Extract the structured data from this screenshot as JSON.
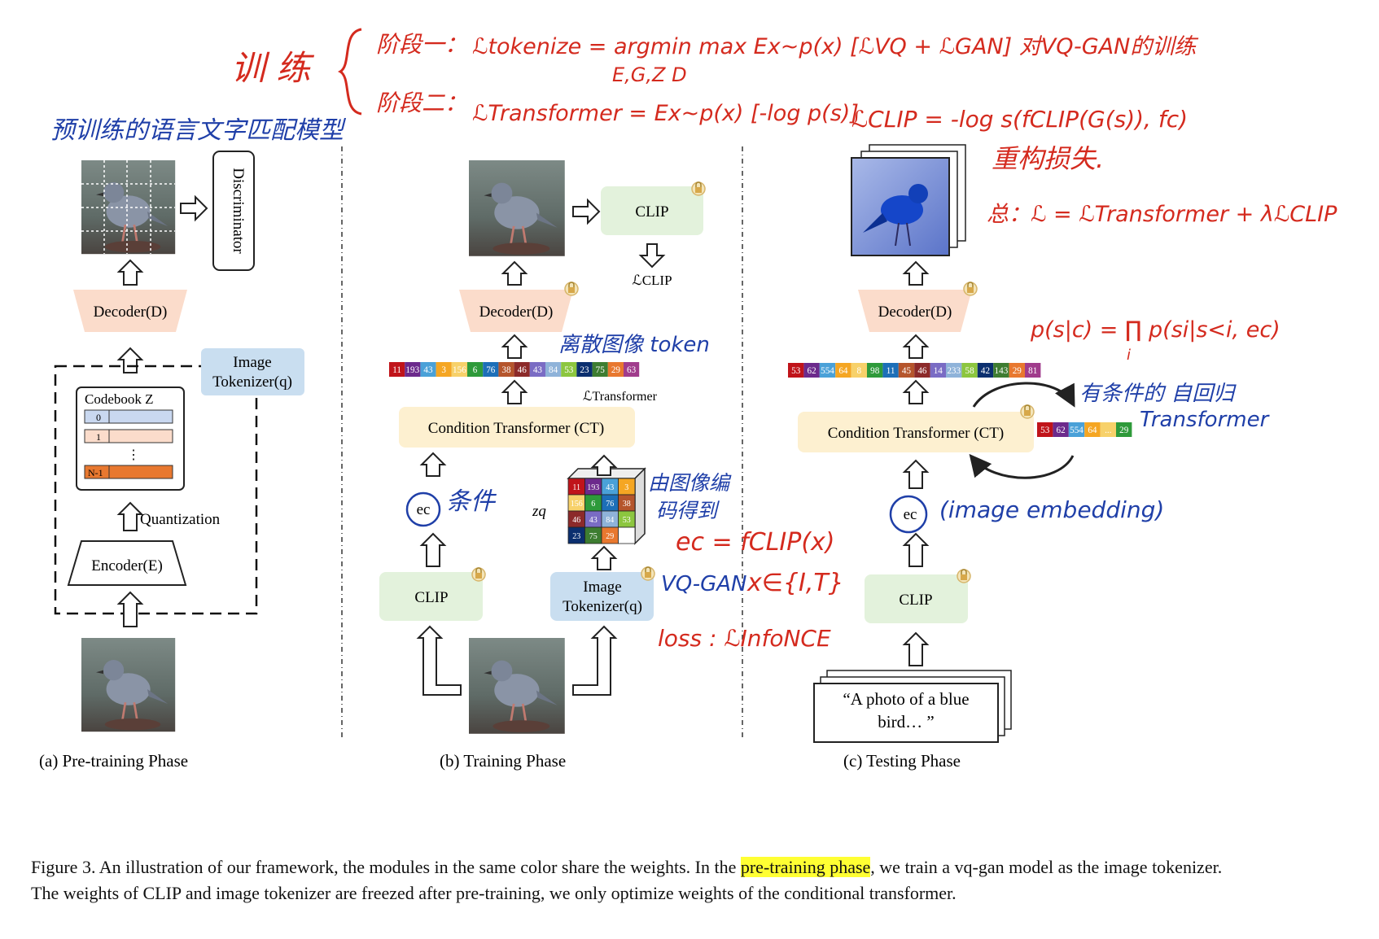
{
  "colors": {
    "red_ink": "#d42a1e",
    "blue_ink": "#1f3fa8",
    "decoder_fill": "#fbdccb",
    "clip_fill": "#e3f2dc",
    "tokenizer_fill": "#c9def0",
    "ct_fill": "#fdf0d0",
    "highlight": "#ffff33"
  },
  "panel_a": {
    "discriminator": "Discriminator",
    "decoder": "Decoder(D)",
    "tokenizer_line1": "Image",
    "tokenizer_line2": "Tokenizer(q)",
    "codebook_title": "Codebook Z",
    "codebook_rows": [
      "0",
      "1",
      "N-1"
    ],
    "codebook_dots": "⋮",
    "quantization": "Quantization",
    "encoder": "Encoder(E)",
    "caption": "(a) Pre-training Phase"
  },
  "panel_b": {
    "clip_top": "CLIP",
    "loss_clip": "ℒCLIP",
    "decoder": "Decoder(D)",
    "tokens": [
      "11",
      "193",
      "43",
      "3",
      "156",
      "6",
      "76",
      "38",
      "46",
      "43",
      "84",
      "53",
      "23",
      "75",
      "29",
      "63"
    ],
    "loss_transformer": "ℒTransformer",
    "ct": "Condition Transformer (CT)",
    "ec": "ec",
    "zq": "zq",
    "grid_cells": [
      "11",
      "193",
      "43",
      "3",
      "156",
      "6",
      "76",
      "38",
      "46",
      "43",
      "84",
      "53",
      "23",
      "75",
      "29",
      ""
    ],
    "clip_bottom": "CLIP",
    "tokenizer_line1": "Image",
    "tokenizer_line2": "Tokenizer(q)",
    "caption": "(b) Training Phase"
  },
  "panel_c": {
    "decoder": "Decoder(D)",
    "tokens": [
      "53",
      "62",
      "554",
      "64",
      "8",
      "98",
      "11",
      "45",
      "46",
      "14",
      "233",
      "58",
      "42",
      "143",
      "29",
      "81"
    ],
    "ct": "Condition Transformer (CT)",
    "side_tokens": [
      "53",
      "62",
      "554",
      "64",
      "...",
      "29"
    ],
    "ec": "ec",
    "clip": "CLIP",
    "text_line1": "“A photo of a blue",
    "text_line2": "bird… ”",
    "caption": "(c) Testing Phase"
  },
  "handwriting": {
    "train": "训 练",
    "stage1_label": "阶段一：",
    "stage1_formula": "ℒtokenize = argmin max Ex~p(x) [ℒVQ + ℒGAN] 对VQ-GAN的训练",
    "stage1_sub": "E,G,Z    D",
    "stage2_label": "阶段二：",
    "stage2_formula": "ℒTransformer = Ex~p(x) [-log p(s)]",
    "pretrained": "预训练的语言文字匹配模型",
    "clip_loss": "ℒCLIP = -log s(fCLIP(G(s)), fc)",
    "recon_loss": "重构损失.",
    "total_loss": "总：ℒ = ℒTransformer + λℒCLIP",
    "discrete_token": "离散图像 token",
    "condition": "条件",
    "from_image": "由图像编",
    "from_image2": "码得到",
    "ec_formula": "ec = fCLIP(x)",
    "vqgan": "VQ-GAN",
    "x_in": "x∈{I,T}",
    "loss_infonce": "loss : ℒInfoNCE",
    "p_formula": "p(s|c) = ∏ p(si|s<i, ec)",
    "p_sub": "i",
    "autoregressive": "有条件的 自回归",
    "transformer": "Transformer",
    "image_embedding": "(image  embedding)"
  },
  "caption": {
    "before": "Figure 3.  An illustration of our framework, the modules in the same color share the weights. In the ",
    "highlight": "pre-training phase",
    "after": ", we train a vq-gan model as the image tokenizer.  The weights of CLIP and image tokenizer are freezed after pre-training, we only optimize weights of the conditional transformer."
  }
}
